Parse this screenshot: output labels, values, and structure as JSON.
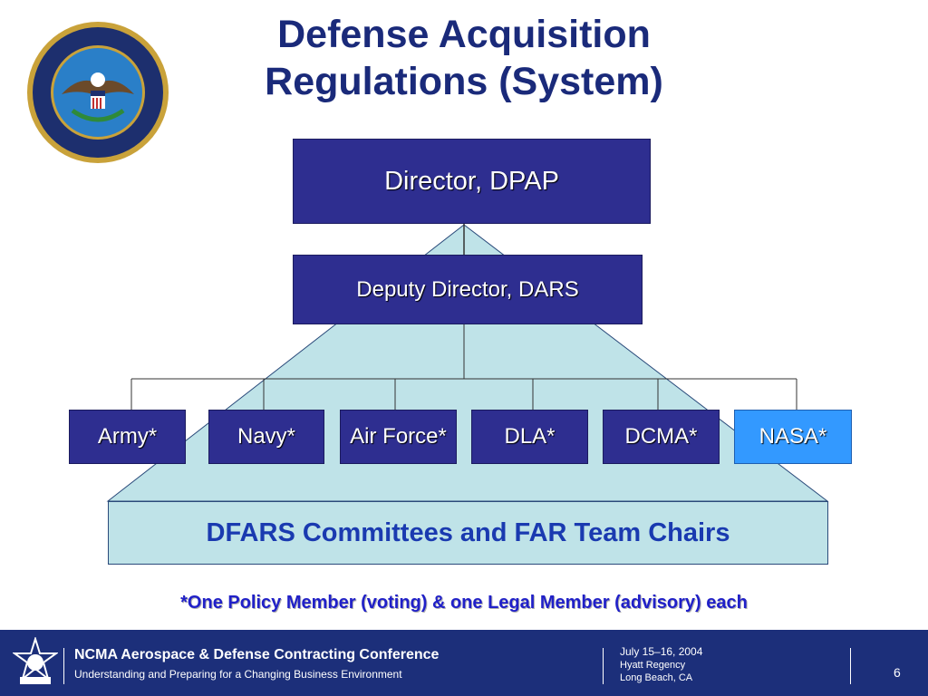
{
  "title": {
    "line1": "Defense Acquisition",
    "line2": "Regulations (System)"
  },
  "org_chart": {
    "director": "Director, DPAP",
    "deputy": "Deputy Director, DARS",
    "services": [
      "Army*",
      "Navy*",
      "Air Force*",
      "DLA*",
      "DCMA*",
      "NASA*"
    ],
    "committees": "DFARS Committees and FAR Team Chairs"
  },
  "footnote": "*One Policy Member (voting) & one Legal Member (advisory) each",
  "footer": {
    "conference_title": "NCMA Aerospace & Defense Contracting Conference",
    "conference_subtitle": "Understanding and Preparing for a Changing Business Environment",
    "date": "July 15–16, 2004",
    "venue": "Hyatt Regency",
    "location": "Long Beach, CA",
    "page_number": "6"
  },
  "colors": {
    "title": "#1a2a7a",
    "box_dark": "#2e2e90",
    "box_nasa": "#3399ff",
    "pyramid": "#bfe3e8",
    "footer": "#1c2f7a",
    "footnote": "#2020c8"
  }
}
